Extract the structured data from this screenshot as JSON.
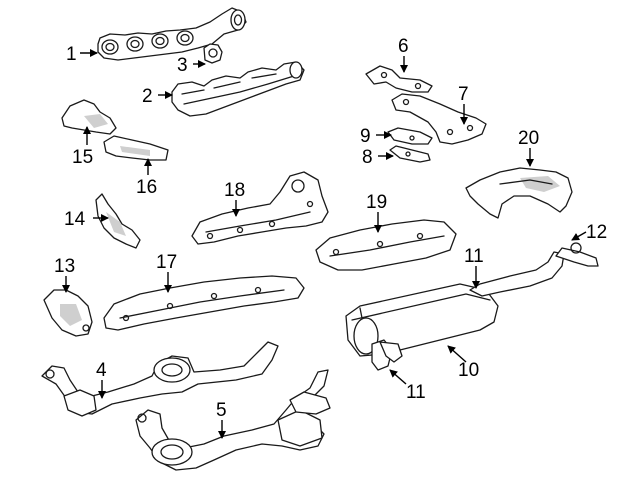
{
  "callouts": {
    "c1": "1",
    "c2": "2",
    "c3": "3",
    "c4": "4",
    "c5": "5",
    "c6": "6",
    "c7": "7",
    "c8": "8",
    "c9": "9",
    "c10": "10",
    "c11a": "11",
    "c11b": "11",
    "c12": "12",
    "c13": "13",
    "c14": "14",
    "c15": "15",
    "c16": "16",
    "c17": "17",
    "c18": "18",
    "c19": "19",
    "c20": "20"
  }
}
